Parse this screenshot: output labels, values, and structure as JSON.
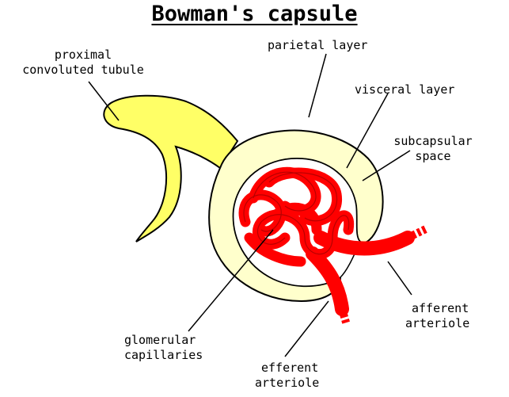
{
  "title": "Bowman's capsule",
  "labels": {
    "pct": [
      "proximal",
      "convoluted tubule"
    ],
    "parietal": "parietal layer",
    "visceral": "visceral layer",
    "subcapsular": [
      "subcapsular",
      "space"
    ],
    "afferent": [
      "afferent",
      "arteriole"
    ],
    "glomerular": [
      "glomerular",
      "capillaries"
    ],
    "efferent": [
      "efferent",
      "arteriole"
    ]
  },
  "colors": {
    "tubule": "#ffff66",
    "capsule": "#ffffcc",
    "vessel": "#ff0000",
    "outline": "#000000"
  }
}
